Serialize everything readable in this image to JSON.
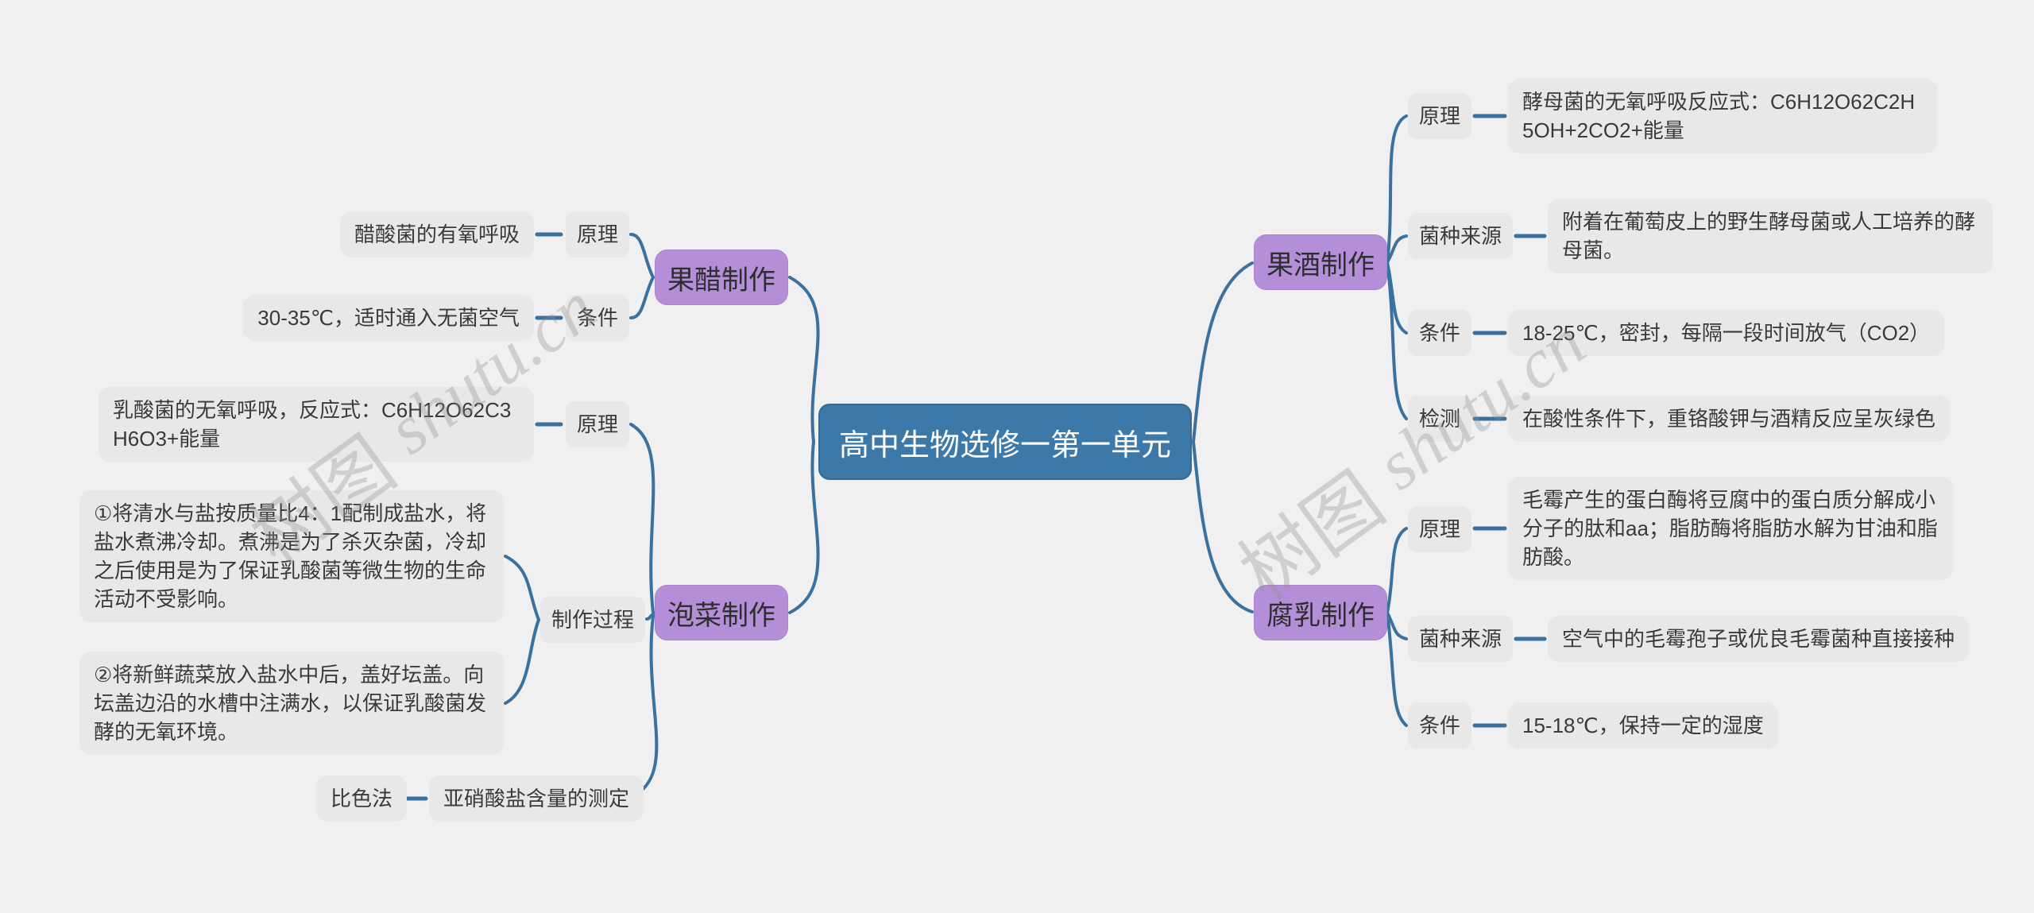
{
  "root": {
    "label": "高中生物选修一第一单元"
  },
  "watermark": {
    "cjk": "树图",
    "latin": "shutu.cn"
  },
  "colors": {
    "background": "#f0f0f0",
    "root_bg": "#3d79a8",
    "branch_bg": "#b48fd8",
    "node_bg": "#e8e8e8",
    "line": "#3a719f",
    "watermark": "#8f8f8f"
  },
  "left": {
    "guocu": {
      "label": "果醋制作",
      "rows": [
        {
          "label": "原理",
          "content": "醋酸菌的有氧呼吸"
        },
        {
          "label": "条件",
          "content": "30-35℃，适时通入无菌空气"
        }
      ]
    },
    "paocai": {
      "label": "泡菜制作",
      "yuanli": {
        "label": "原理",
        "content": "乳酸菌的无氧呼吸，反应式：C6H12O62C3H6O3+能量"
      },
      "process": {
        "label": "制作过程",
        "steps": [
          "①将清水与盐按质量比4：1配制成盐水，将盐水煮沸冷却。煮沸是为了杀灭杂菌，冷却之后使用是为了保证乳酸菌等微生物的生命活动不受影响。",
          "②将新鲜蔬菜放入盐水中后，盖好坛盖。向坛盖边沿的水槽中注满水，以保证乳酸菌发酵的无氧环境。"
        ]
      },
      "detection": {
        "label": "亚硝酸盐含量的测定",
        "content": "比色法"
      }
    }
  },
  "right": {
    "guojiu": {
      "label": "果酒制作",
      "rows": [
        {
          "label": "原理",
          "content": "酵母菌的无氧呼吸反应式：C6H12O62C2H5OH+2CO2+能量"
        },
        {
          "label": "菌种来源",
          "content": "附着在葡萄皮上的野生酵母菌或人工培养的酵母菌。"
        },
        {
          "label": "条件",
          "content": "18-25℃，密封，每隔一段时间放气（CO2）"
        },
        {
          "label": "检测",
          "content": "在酸性条件下，重铬酸钾与酒精反应呈灰绿色"
        }
      ]
    },
    "furu": {
      "label": "腐乳制作",
      "rows": [
        {
          "label": "原理",
          "content": "毛霉产生的蛋白酶将豆腐中的蛋白质分解成小分子的肽和aa；脂肪酶将脂肪水解为甘油和脂肪酸。"
        },
        {
          "label": "菌种来源",
          "content": "空气中的毛霉孢子或优良毛霉菌种直接接种"
        },
        {
          "label": "条件",
          "content": "15-18℃，保持一定的湿度"
        }
      ]
    }
  }
}
